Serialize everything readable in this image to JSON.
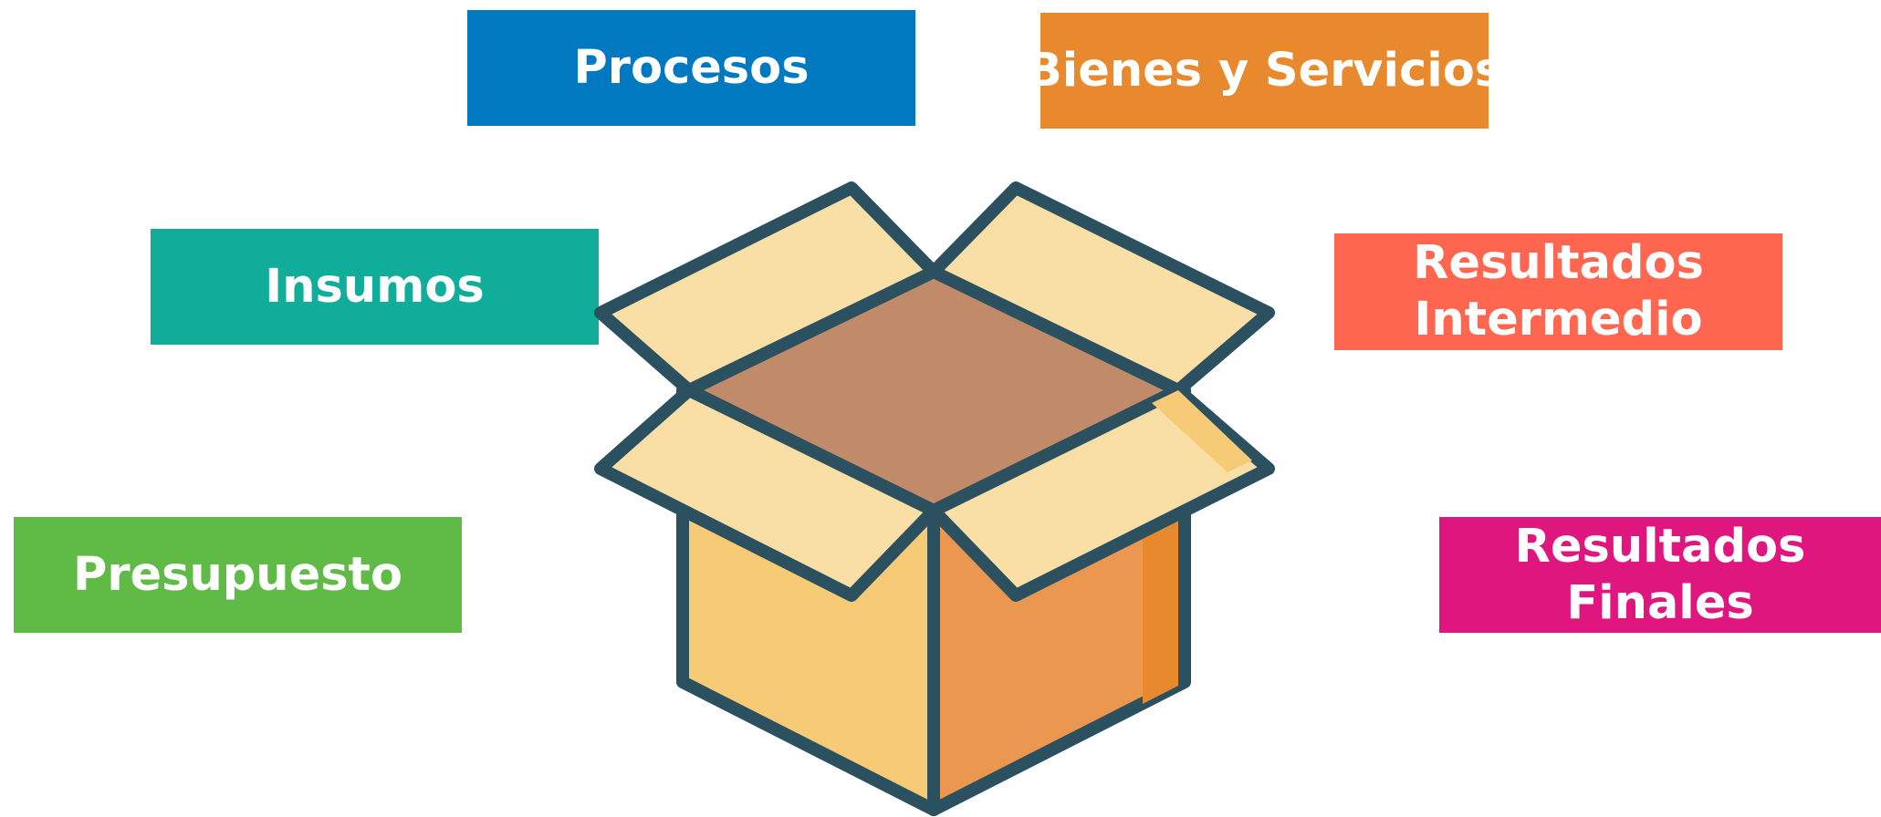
{
  "labels": {
    "procesos": {
      "text": "Procesos",
      "color": "#0079c1"
    },
    "bienes": {
      "text": "Bienes y Servicios",
      "color": "#e8892e"
    },
    "insumos": {
      "text": "Insumos",
      "color": "#10ae9a"
    },
    "intermedio": {
      "line1": "Resultados",
      "line2": "Intermedio",
      "color": "#ff6650"
    },
    "presupuesto": {
      "text": "Presupuesto",
      "color": "#5fbb46"
    },
    "finales": {
      "line1": "Resultados",
      "line2": "Finales",
      "color": "#e0167f"
    }
  },
  "illustration": {
    "icon": "open-cardboard-box-icon",
    "colors": {
      "outline": "#2b5060",
      "flap": "#f9dea5",
      "interior": "#c18b69",
      "front_left": "#f7cb75",
      "front_right": "#eb974f",
      "right_edge_shade": "#e8892e"
    }
  }
}
